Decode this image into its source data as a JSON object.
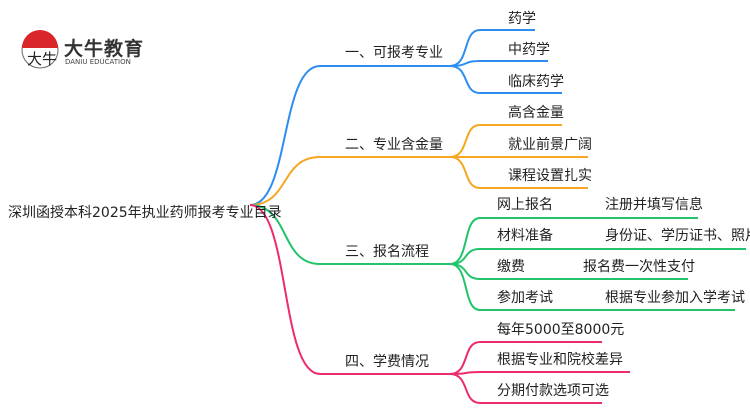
{
  "logo": {
    "name": "大牛教育",
    "subtitle": "DANIU EDUCATION",
    "mark_text": "大牛"
  },
  "root": "深圳函授本科2025年执业药师报考专业目录",
  "colors": {
    "b1": "#2c8ef0",
    "b2": "#f5a623",
    "b3": "#22c36a",
    "b4": "#ec2a6e"
  },
  "branches": [
    {
      "label": "一、可报考专业",
      "children": [
        "药学",
        "中药学",
        "临床药学"
      ]
    },
    {
      "label": "二、专业含金量",
      "children": [
        "高含金量",
        "就业前景广阔",
        "课程设置扎实"
      ]
    },
    {
      "label": "三、报名流程",
      "children": [
        {
          "label": "网上报名",
          "detail": "注册并填写信息"
        },
        {
          "label": "材料准备",
          "detail": "身份证、学历证书、照片"
        },
        {
          "label": "缴费",
          "detail": "报名费一次性支付"
        },
        {
          "label": "参加考试",
          "detail": "根据专业参加入学考试"
        }
      ]
    },
    {
      "label": "四、学费情况",
      "children": [
        "每年5000至8000元",
        "根据专业和院校差异",
        "分期付款选项可选"
      ]
    }
  ]
}
